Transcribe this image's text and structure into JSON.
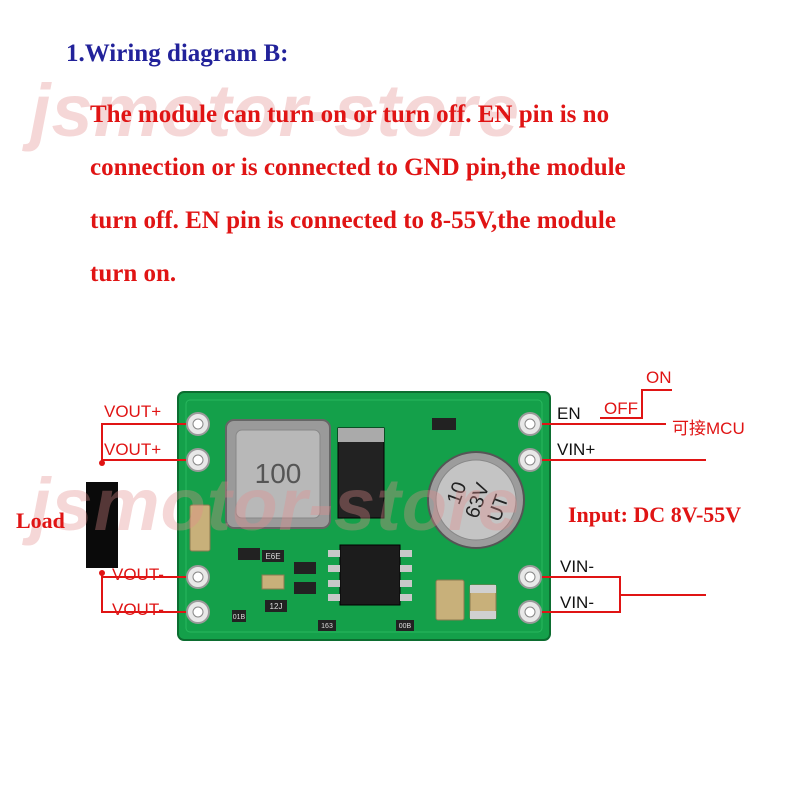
{
  "heading": "1.Wiring diagram B:",
  "description": [
    "The module can turn on or turn off. EN pin is no",
    "connection or is connected to GND pin,the module",
    "turn off. EN pin is connected to 8-55V,the module",
    "turn on."
  ],
  "watermark": "jsmotor-store",
  "left_pins": [
    "VOUT+",
    "VOUT+",
    "VOUT-",
    "VOUT-"
  ],
  "load_label": "Load",
  "right_pins": [
    "EN",
    "VIN+",
    "VIN-",
    "VIN-"
  ],
  "switch": {
    "on": "ON",
    "off": "OFF",
    "mcu": "可接MCU"
  },
  "input_label": "Input: DC 8V-55V",
  "pcb": {
    "inductor_marking": "100",
    "capacitor_marking": [
      "10",
      "63V",
      "UT"
    ],
    "resistor_markings": [
      "E6E",
      "12J",
      "01B",
      "163",
      "00B"
    ]
  },
  "colors": {
    "pcb": "#14a04a",
    "wire": "#e01414",
    "heading": "#22229a"
  }
}
